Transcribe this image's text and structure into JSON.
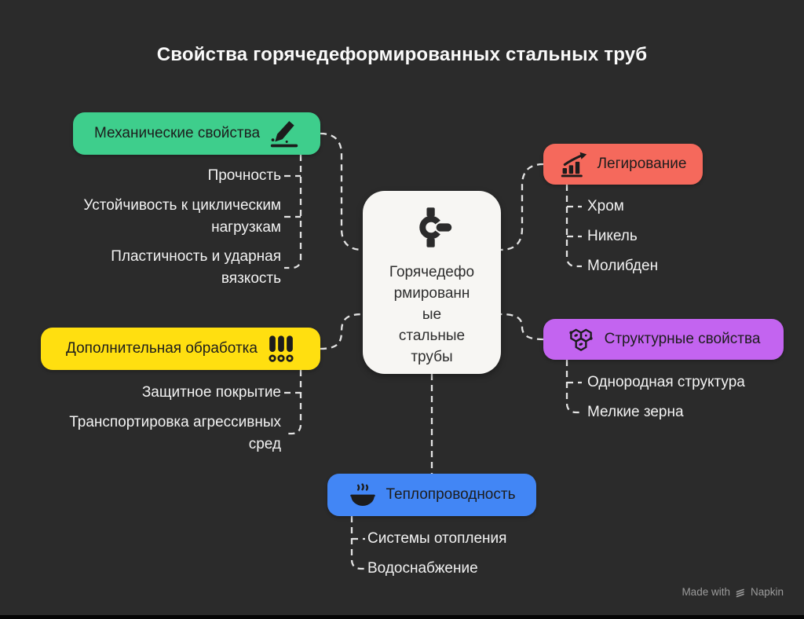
{
  "title": "Свойства горячедеформированных стальных труб",
  "center": {
    "label": "Горячедефо\nрмированн\nые\nстальные\nтрубы",
    "icon": "pipe-fitting-icon"
  },
  "branches": [
    {
      "id": "mechanical",
      "label": "Механические свойства",
      "icon": "hardness-test-pen-icon",
      "color": "#3ECE8C",
      "items": [
        "Прочность",
        "Устойчивость к циклическим\nнагрузкам",
        "Пластичность и ударная\nвязкость"
      ]
    },
    {
      "id": "alloying",
      "label": "Легирование",
      "icon": "rising-bar-chart-icon",
      "color": "#F5695C",
      "items": [
        "Хром",
        "Никель",
        "Молибден"
      ]
    },
    {
      "id": "processing",
      "label": "Дополнительная обработка",
      "icon": "three-pipes-icon",
      "color": "#FFDF10",
      "items": [
        "Защитное покрытие",
        "Транспортировка агрессивных\nсред"
      ]
    },
    {
      "id": "structural",
      "label": "Структурные свойства",
      "icon": "molecule-icon",
      "color": "#C364F0",
      "items": [
        "Однородная структура",
        "Мелкие зерна"
      ]
    },
    {
      "id": "thermal",
      "label": "Теплопроводность",
      "icon": "hot-bowl-icon",
      "color": "#4286F5",
      "items": [
        "Системы отопления",
        "Водоснабжение"
      ]
    }
  ],
  "watermark": {
    "made_with": "Made with",
    "brand": "Napkin"
  },
  "colors": {
    "background": "#2B2B2B",
    "center_bg": "#F7F6F3",
    "connector": "#E3E3E3",
    "item_text": "#F2F2F2",
    "node_text": "#1D1D1D",
    "title_text": "#FAFAFA",
    "watermark_text": "#9B9B9B"
  }
}
